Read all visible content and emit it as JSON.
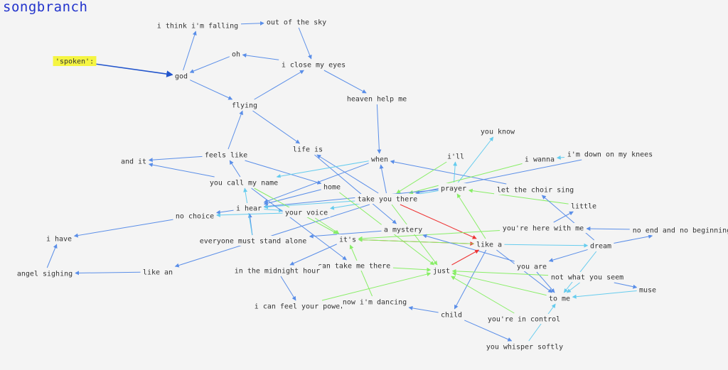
{
  "app": {
    "title": "songbranch"
  },
  "colors": {
    "blue": "#5a8ee8",
    "dark_blue": "#2255cc",
    "cyan": "#66ccee",
    "green": "#88ee66",
    "red": "#ee3333",
    "highlight": "#f5f542"
  },
  "graph": {
    "nodes": [
      {
        "id": "spoken",
        "label": "'spoken':",
        "highlight": true
      },
      {
        "id": "god",
        "label": "god"
      },
      {
        "id": "think_falling",
        "label": "i think i'm falling"
      },
      {
        "id": "out_sky",
        "label": "out of the sky"
      },
      {
        "id": "oh",
        "label": "oh"
      },
      {
        "id": "close_eyes",
        "label": "i close my eyes"
      },
      {
        "id": "heaven",
        "label": "heaven help me"
      },
      {
        "id": "flying",
        "label": "flying"
      },
      {
        "id": "life_is",
        "label": "life is"
      },
      {
        "id": "feels_like",
        "label": "feels like"
      },
      {
        "id": "and_it",
        "label": "and it"
      },
      {
        "id": "when",
        "label": "when"
      },
      {
        "id": "you_know",
        "label": "you know"
      },
      {
        "id": "ill",
        "label": "i'll"
      },
      {
        "id": "i_wanna",
        "label": "i wanna"
      },
      {
        "id": "knees",
        "label": "i'm down on my knees"
      },
      {
        "id": "call_name",
        "label": "you call my name"
      },
      {
        "id": "home",
        "label": "home"
      },
      {
        "id": "prayer",
        "label": "prayer"
      },
      {
        "id": "choir",
        "label": "let the choir sing"
      },
      {
        "id": "take_there",
        "label": "take you there"
      },
      {
        "id": "i_hear",
        "label": "i hear"
      },
      {
        "id": "little",
        "label": "little"
      },
      {
        "id": "no_choice",
        "label": "no choice"
      },
      {
        "id": "your_voice",
        "label": "your voice"
      },
      {
        "id": "i_have",
        "label": "i have"
      },
      {
        "id": "mystery",
        "label": "a mystery"
      },
      {
        "id": "here_with_me",
        "label": "you're here with me"
      },
      {
        "id": "no_end",
        "label": "no end and no beginning"
      },
      {
        "id": "alone",
        "label": "everyone must stand alone"
      },
      {
        "id": "its",
        "label": "it's"
      },
      {
        "id": "like_a",
        "label": "like a"
      },
      {
        "id": "dream",
        "label": "dream"
      },
      {
        "id": "can_take",
        "label": "can take me there"
      },
      {
        "id": "you_are",
        "label": "you are"
      },
      {
        "id": "angel",
        "label": "angel sighing"
      },
      {
        "id": "like_an",
        "label": "like an"
      },
      {
        "id": "midnight",
        "label": "in the midnight hour"
      },
      {
        "id": "just",
        "label": "just"
      },
      {
        "id": "not_what",
        "label": "not what you seem"
      },
      {
        "id": "muse",
        "label": "muse"
      },
      {
        "id": "to_me",
        "label": "to me"
      },
      {
        "id": "feel_power",
        "label": "i can feel your power"
      },
      {
        "id": "dancing",
        "label": "now i'm dancing"
      },
      {
        "id": "child",
        "label": "child"
      },
      {
        "id": "in_control",
        "label": "you're in control"
      },
      {
        "id": "whisper",
        "label": "you whisper softly"
      }
    ],
    "edges": [
      {
        "from": "spoken",
        "to": "god",
        "color": "dark_blue"
      },
      {
        "from": "god",
        "to": "think_falling",
        "color": "blue"
      },
      {
        "from": "think_falling",
        "to": "out_sky",
        "color": "blue"
      },
      {
        "from": "out_sky",
        "to": "close_eyes",
        "color": "blue"
      },
      {
        "from": "close_eyes",
        "to": "oh",
        "color": "blue"
      },
      {
        "from": "oh",
        "to": "god",
        "color": "blue"
      },
      {
        "from": "god",
        "to": "flying",
        "color": "blue"
      },
      {
        "from": "flying",
        "to": "close_eyes",
        "color": "blue"
      },
      {
        "from": "close_eyes",
        "to": "heaven",
        "color": "blue"
      },
      {
        "from": "heaven",
        "to": "when",
        "color": "blue"
      },
      {
        "from": "flying",
        "to": "life_is",
        "color": "blue"
      },
      {
        "from": "feels_like",
        "to": "flying",
        "color": "blue"
      },
      {
        "from": "feels_like",
        "to": "and_it",
        "color": "blue"
      },
      {
        "from": "feels_like",
        "to": "home",
        "color": "blue"
      },
      {
        "from": "call_name",
        "to": "and_it",
        "color": "blue"
      },
      {
        "from": "call_name",
        "to": "feels_like",
        "color": "blue"
      },
      {
        "from": "life_is",
        "to": "mystery",
        "color": "blue"
      },
      {
        "from": "take_there",
        "to": "life_is",
        "color": "blue"
      },
      {
        "from": "when",
        "to": "call_name",
        "color": "cyan"
      },
      {
        "from": "when",
        "to": "i_hear",
        "color": "blue"
      },
      {
        "from": "take_there",
        "to": "when",
        "color": "blue"
      },
      {
        "from": "choir",
        "to": "when",
        "color": "blue"
      },
      {
        "from": "prayer",
        "to": "you_know",
        "color": "cyan"
      },
      {
        "from": "prayer",
        "to": "ill",
        "color": "cyan"
      },
      {
        "from": "i_wanna",
        "to": "take_there",
        "color": "green"
      },
      {
        "from": "knees",
        "to": "i_wanna",
        "color": "cyan"
      },
      {
        "from": "knees",
        "to": "take_there",
        "color": "blue"
      },
      {
        "from": "ill",
        "to": "take_there",
        "color": "green"
      },
      {
        "from": "prayer",
        "to": "i_hear",
        "color": "blue"
      },
      {
        "from": "prayer",
        "to": "your_voice",
        "color": "cyan"
      },
      {
        "from": "little",
        "to": "prayer",
        "color": "green"
      },
      {
        "from": "here_with_me",
        "to": "little",
        "color": "blue"
      },
      {
        "from": "dream",
        "to": "choir",
        "color": "blue"
      },
      {
        "from": "take_there",
        "to": "i_hear",
        "color": "cyan"
      },
      {
        "from": "take_there",
        "to": "like_a",
        "color": "red"
      },
      {
        "from": "take_there",
        "to": "just",
        "color": "green"
      },
      {
        "from": "take_there",
        "to": "like_an",
        "color": "blue"
      },
      {
        "from": "home",
        "to": "just",
        "color": "green"
      },
      {
        "from": "home",
        "to": "i_hear",
        "color": "blue"
      },
      {
        "from": "i_hear",
        "to": "no_choice",
        "color": "blue"
      },
      {
        "from": "i_hear",
        "to": "your_voice",
        "color": "cyan"
      },
      {
        "from": "your_voice",
        "to": "no_choice",
        "color": "cyan"
      },
      {
        "from": "no_choice",
        "to": "i_have",
        "color": "blue"
      },
      {
        "from": "angel",
        "to": "i_have",
        "color": "blue"
      },
      {
        "from": "like_an",
        "to": "angel",
        "color": "blue"
      },
      {
        "from": "alone",
        "to": "i_hear",
        "color": "blue"
      },
      {
        "from": "alone",
        "to": "call_name",
        "color": "cyan"
      },
      {
        "from": "call_name",
        "to": "its",
        "color": "green"
      },
      {
        "from": "call_name",
        "to": "can_take",
        "color": "blue"
      },
      {
        "from": "your_voice",
        "to": "its",
        "color": "green"
      },
      {
        "from": "mystery",
        "to": "alone",
        "color": "blue"
      },
      {
        "from": "its",
        "to": "like_a",
        "color": "red"
      },
      {
        "from": "like_a",
        "to": "its",
        "color": "green"
      },
      {
        "from": "like_a",
        "to": "dream",
        "color": "cyan"
      },
      {
        "from": "like_a",
        "to": "prayer",
        "color": "green"
      },
      {
        "from": "like_a",
        "to": "child",
        "color": "blue"
      },
      {
        "from": "like_a",
        "to": "to_me",
        "color": "blue"
      },
      {
        "from": "here_with_me",
        "to": "its",
        "color": "green"
      },
      {
        "from": "no_end",
        "to": "here_with_me",
        "color": "blue"
      },
      {
        "from": "dream",
        "to": "no_end",
        "color": "blue"
      },
      {
        "from": "dream",
        "to": "you_are",
        "color": "blue"
      },
      {
        "from": "dream",
        "to": "to_me",
        "color": "cyan"
      },
      {
        "from": "you_are",
        "to": "mystery",
        "color": "blue"
      },
      {
        "from": "you_are",
        "to": "to_me",
        "color": "blue"
      },
      {
        "from": "its",
        "to": "midnight",
        "color": "blue"
      },
      {
        "from": "midnight",
        "to": "feel_power",
        "color": "blue"
      },
      {
        "from": "feel_power",
        "to": "just",
        "color": "green"
      },
      {
        "from": "just",
        "to": "like_a",
        "color": "red"
      },
      {
        "from": "can_take",
        "to": "just",
        "color": "green"
      },
      {
        "from": "dancing",
        "to": "its",
        "color": "green"
      },
      {
        "from": "not_what",
        "to": "just",
        "color": "green"
      },
      {
        "from": "not_what",
        "to": "muse",
        "color": "blue"
      },
      {
        "from": "not_what",
        "to": "to_me",
        "color": "cyan"
      },
      {
        "from": "muse",
        "to": "to_me",
        "color": "cyan"
      },
      {
        "from": "to_me",
        "to": "just",
        "color": "green"
      },
      {
        "from": "in_control",
        "to": "just",
        "color": "green"
      },
      {
        "from": "whisper",
        "to": "to_me",
        "color": "cyan"
      },
      {
        "from": "child",
        "to": "whisper",
        "color": "blue"
      },
      {
        "from": "child",
        "to": "dancing",
        "color": "blue"
      }
    ]
  }
}
